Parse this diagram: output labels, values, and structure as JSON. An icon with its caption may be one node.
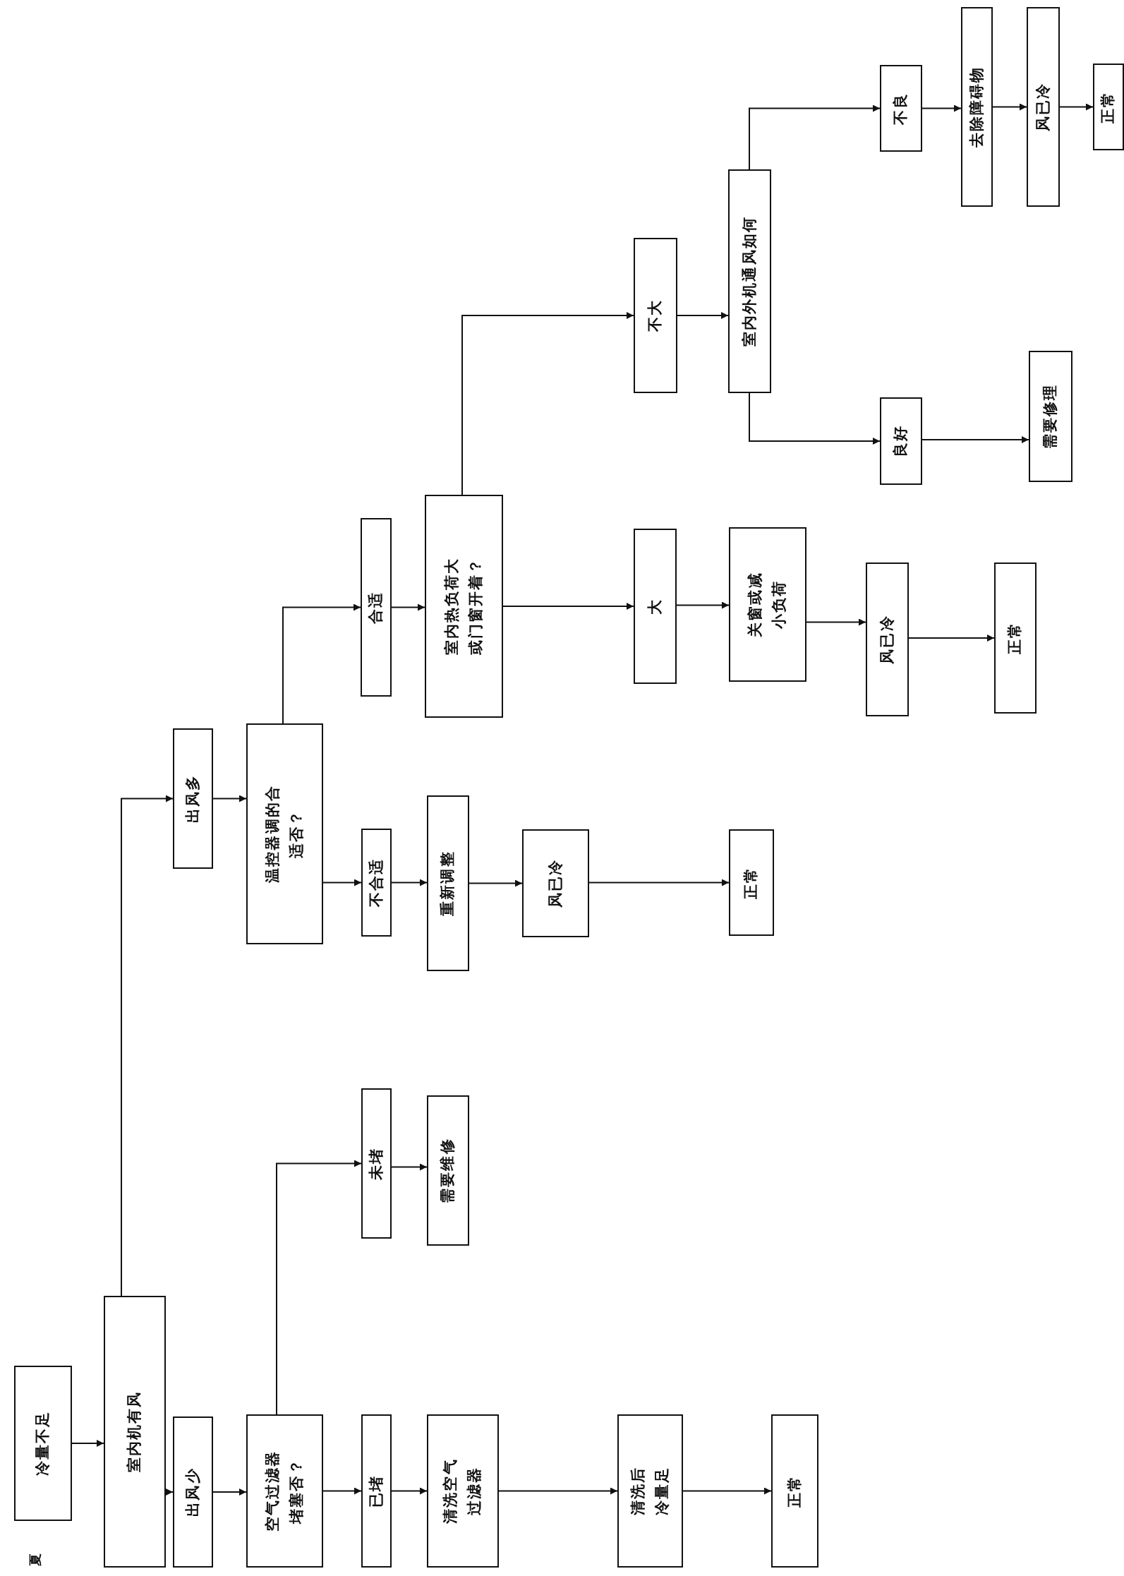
{
  "diagram": {
    "nodes": [
      {
        "text": [
          "冷量不足"
        ]
      },
      {
        "text": [
          "室内机有风"
        ]
      },
      {
        "text": [
          "出风少"
        ]
      },
      {
        "text": [
          "空气过滤器堵塞否？"
        ]
      },
      {
        "text": [
          "已堵"
        ]
      },
      {
        "text": [
          "清洗空气过滤器"
        ]
      },
      {
        "text": [
          "清洗后冷量足"
        ]
      },
      {
        "text": [
          "正常"
        ]
      },
      {
        "text": [
          "未堵"
        ]
      },
      {
        "text": [
          "需要维修"
        ]
      },
      {
        "text": [
          "出风多"
        ]
      },
      {
        "text": [
          "温控器调的合适否？"
        ]
      },
      {
        "text": [
          "不合适"
        ]
      },
      {
        "text": [
          "重新调整"
        ]
      },
      {
        "text": [
          "风已冷"
        ]
      },
      {
        "text": [
          "正常"
        ]
      },
      {
        "text": [
          "合适"
        ]
      },
      {
        "text": [
          "室内热负荷大或门窗开着？"
        ]
      },
      {
        "text": [
          "大"
        ]
      },
      {
        "text": [
          "关窗或减小负荷"
        ]
      },
      {
        "text": [
          "风已冷"
        ]
      },
      {
        "text": [
          "正常"
        ]
      },
      {
        "text": [
          "不大"
        ]
      },
      {
        "text": [
          "室内外机通风如何"
        ]
      },
      {
        "text": [
          "良好"
        ]
      },
      {
        "text": [
          "需要修理"
        ]
      },
      {
        "text": [
          "不良"
        ]
      },
      {
        "text": [
          "去除障碍物"
        ]
      },
      {
        "text": [
          "风已冷"
        ]
      },
      {
        "text": [
          "正常"
        ]
      }
    ],
    "edges": [
      {
        "from": 0,
        "to": 1,
        "arrow": "to"
      },
      {
        "from": 1,
        "to": 2,
        "arrow": "to"
      },
      {
        "from": 2,
        "to": 3,
        "arrow": "to"
      },
      {
        "from": 3,
        "to": 4,
        "arrow": "to"
      },
      {
        "from": 4,
        "to": 5,
        "arrow": "to"
      },
      {
        "from": 5,
        "to": 6,
        "arrow": "to"
      },
      {
        "from": 6,
        "to": 7,
        "arrow": "to"
      },
      {
        "from": 3,
        "to": 8,
        "arrow": "to"
      },
      {
        "from": 8,
        "to": 9,
        "arrow": "to"
      },
      {
        "from": 1,
        "to": 10,
        "arrow": "to"
      },
      {
        "from": 10,
        "to": 11,
        "arrow": "to"
      },
      {
        "from": 11,
        "to": 12,
        "arrow": "to"
      },
      {
        "from": 12,
        "to": 13,
        "arrow": "to"
      },
      {
        "from": 13,
        "to": 14,
        "arrow": "to"
      },
      {
        "from": 14,
        "to": 15,
        "arrow": "to"
      },
      {
        "from": 11,
        "to": 16,
        "arrow": "to"
      },
      {
        "from": 16,
        "to": 17,
        "arrow": "to"
      },
      {
        "from": 17,
        "to": 18,
        "arrow": "to"
      },
      {
        "from": 18,
        "to": 19,
        "arrow": "to"
      },
      {
        "from": 19,
        "to": 20,
        "arrow": "to"
      },
      {
        "from": 20,
        "to": 21,
        "arrow": "to"
      },
      {
        "from": 17,
        "to": 22,
        "arrow": "to"
      },
      {
        "from": 22,
        "to": 23,
        "arrow": "to"
      },
      {
        "from": 23,
        "to": 24,
        "arrow": "to"
      },
      {
        "from": 24,
        "to": 25,
        "arrow": "to"
      },
      {
        "from": 23,
        "to": 26,
        "arrow": "to"
      },
      {
        "from": 26,
        "to": 27,
        "arrow": "to"
      },
      {
        "from": 27,
        "to": 28,
        "arrow": "to"
      },
      {
        "from": 28,
        "to": 29,
        "arrow": "to"
      }
    ],
    "labels": [
      "夏"
    ]
  }
}
